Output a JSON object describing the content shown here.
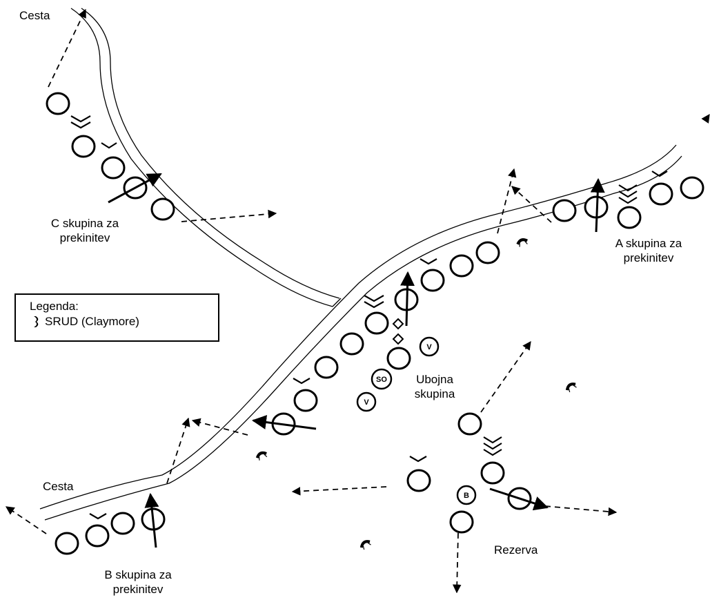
{
  "roads": {
    "top_label": "Cesta",
    "bottom_label": "Cesta"
  },
  "groups": {
    "c_group": {
      "line1": "C skupina za",
      "line2": "prekinitev"
    },
    "a_group": {
      "line1": "A skupina za",
      "line2": "prekinitev"
    },
    "b_group": {
      "line1": "B skupina za",
      "line2": "prekinitev"
    },
    "kill_group": {
      "line1": "Ubojna",
      "line2": "skupina"
    },
    "reserve": {
      "label": "Rezerva"
    }
  },
  "markers": {
    "leader": "SO",
    "deputy_1": "V",
    "deputy_2": "V",
    "reserve_leader": "B"
  },
  "legend": {
    "title": "Legenda:",
    "item_label": "SRUD (Claymore)",
    "item_icon": "claymore-icon"
  }
}
